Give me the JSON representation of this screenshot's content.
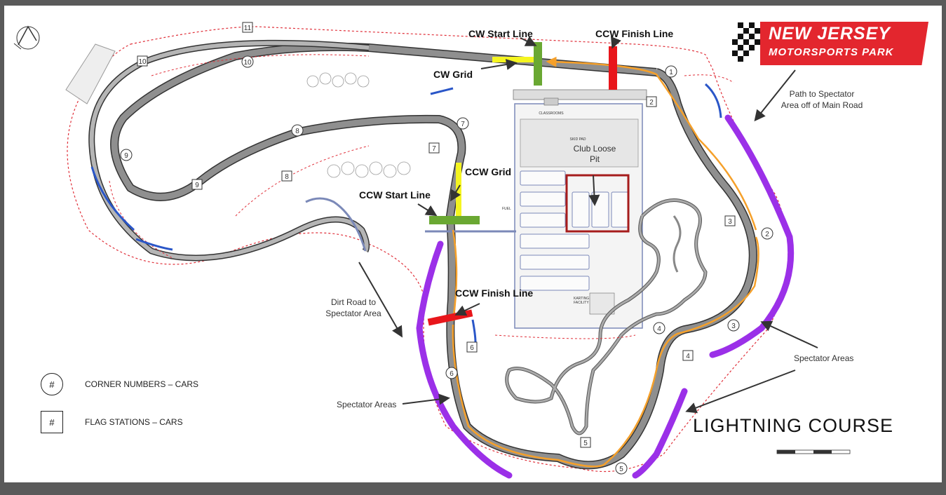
{
  "logo": {
    "line1": "NEW JERSEY",
    "line2": "MOTORSPORTS PARK",
    "colors": {
      "red": "#e3262e",
      "flag": "#111111"
    }
  },
  "course_title": "LIGHTNING COURSE",
  "callouts": {
    "cw_start_line": "CW Start Line",
    "ccw_finish_line_top": "CCW Finish Line",
    "cw_grid": "CW Grid",
    "ccw_grid": "CCW Grid",
    "ccw_start_line": "CCW Start Line",
    "ccw_finish_line_bottom": "CCW Finish Line",
    "club_loose_pit_1": "Club Loose",
    "club_loose_pit_2": "Pit"
  },
  "annotations": {
    "path_spectator_1": "Path to Spectator",
    "path_spectator_2": "Area off of Main Road",
    "dirt_road_1": "Dirt Road to",
    "dirt_road_2": "Spectator Area",
    "spectator_areas_right": "Spectator Areas",
    "spectator_areas_left": "Spectator Areas"
  },
  "facility_labels": {
    "classrooms": "CLASSROOMS",
    "skid_pad": "SKID PAD",
    "fuel": "FUEL",
    "karting_1": "KARTING",
    "karting_2": "FACILITY"
  },
  "legend": {
    "corner_symbol": "#",
    "corner_label": "CORNER NUMBERS – CARS",
    "flag_symbol": "#",
    "flag_label": "FLAG STATIONS – CARS"
  },
  "corner_numbers": [
    "1",
    "2",
    "3",
    "4",
    "5",
    "6",
    "7",
    "8",
    "9",
    "10"
  ],
  "flag_stations": [
    "2",
    "3",
    "4",
    "5",
    "6",
    "7",
    "8",
    "9",
    "10",
    "11"
  ],
  "colors": {
    "track": "#8f8f8f",
    "track_edge": "#333333",
    "route": "#f5a02a",
    "spectator": "#9b30e8",
    "start_line": "#6aa832",
    "finish_line": "#e8161b",
    "grid": "#f5f520",
    "pit_box": "#a61c1c",
    "fence": "#e0303a",
    "barrier": "#2a56c8"
  }
}
